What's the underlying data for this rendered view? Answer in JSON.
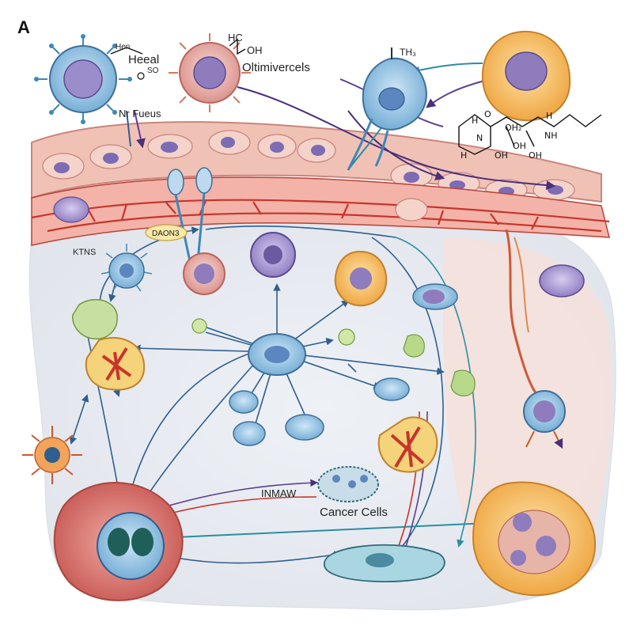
{
  "panel_label": "A",
  "labels": {
    "heeal": "Heeal",
    "hen": "Hen",
    "so": "SO",
    "nr_fueus": "Nr Fueus",
    "hc": "HC",
    "oh": "OH",
    "oltimivercels": "Oltimivercels",
    "th3": "TH₃",
    "ktns": "KTNS",
    "daon": "DAON3",
    "inmaw": "INMAW",
    "cancer_cells": "Cancer Cells"
  },
  "chem_labels": {
    "o": "O",
    "h": "H",
    "oh_h2": "OH₂",
    "n": "N",
    "nh": "NH",
    "oh1": "OH",
    "oh2": "OH",
    "oh3": "OH",
    "h1": "H",
    "h2": "H"
  },
  "colors": {
    "skin_outer": "#f2c9bd",
    "vessel_red": "#c8342c",
    "tissue": "#e9ecf1",
    "arrow_blue": "#2f5f8f",
    "arrow_purple": "#5b3f8f",
    "cell_blue": "#8fc4e4",
    "cell_purple": "#8d7cc4",
    "cell_orange": "#f1b65c",
    "cell_pink": "#e9a9a6"
  }
}
